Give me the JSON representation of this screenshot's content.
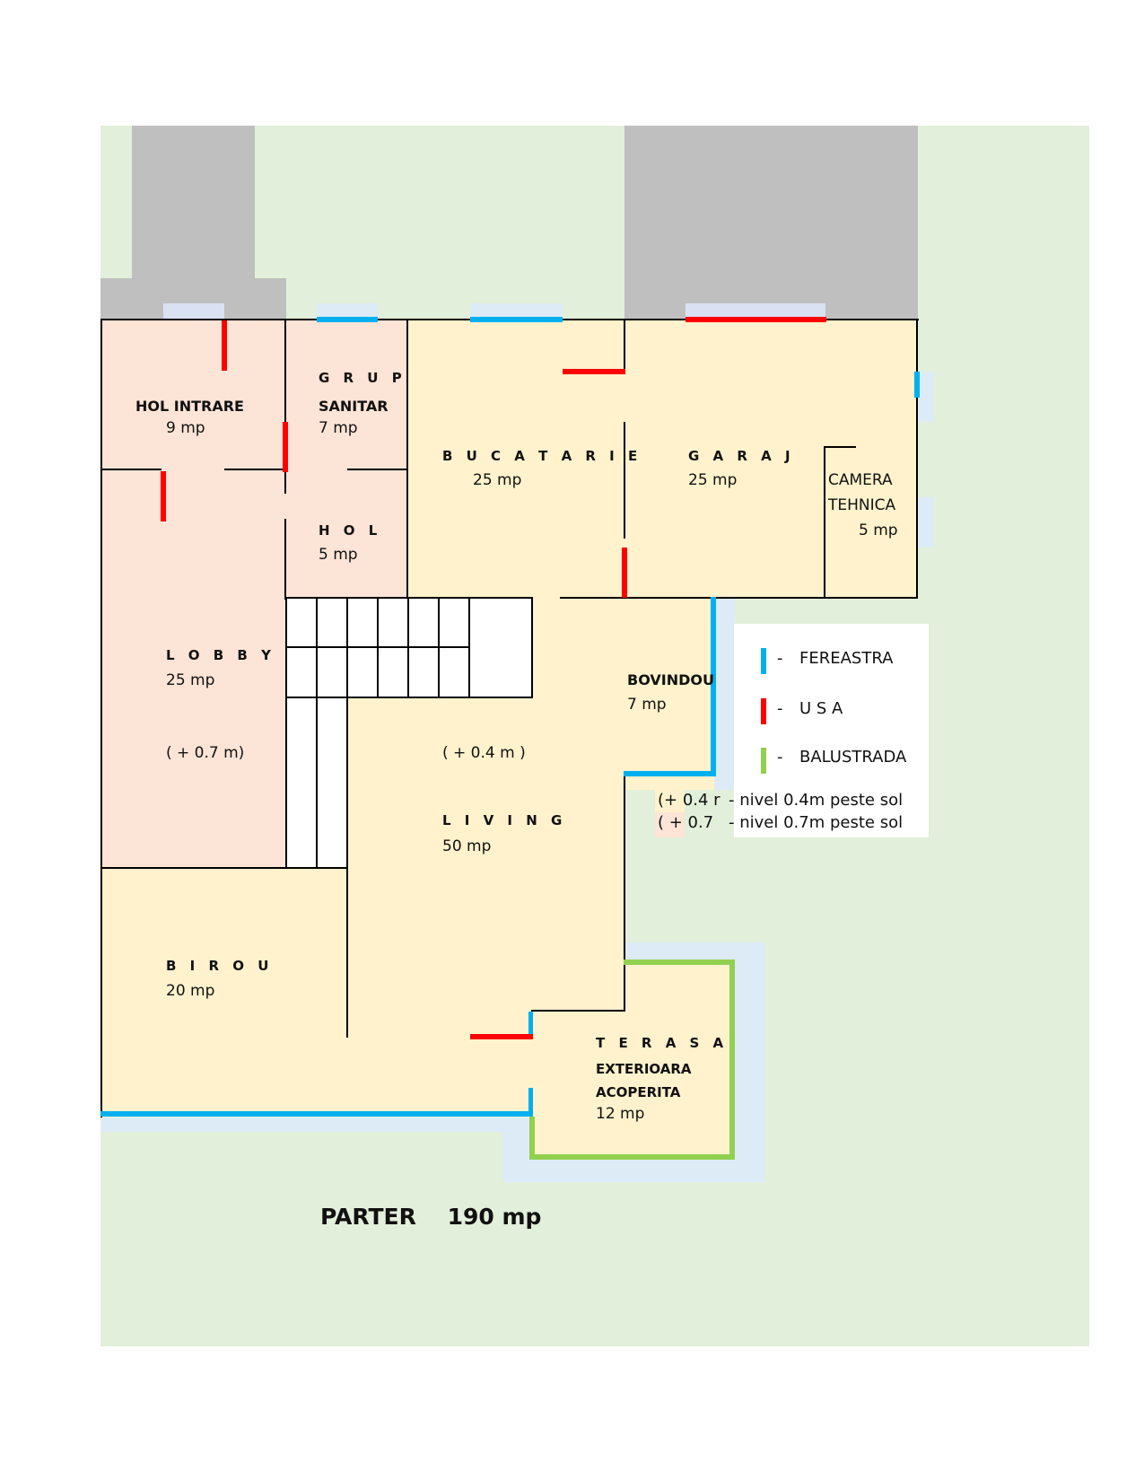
{
  "plan": {
    "title": "PARTER",
    "total_area": "190 mp",
    "rooms": {
      "hol_intrare": {
        "name": "HOL INTRARE",
        "area": "9 mp"
      },
      "grup_sanitar": {
        "name1": "G R U P",
        "name2": "SANITAR",
        "area": "7 mp"
      },
      "hol": {
        "name": "H O L",
        "area": "5 mp"
      },
      "bucatarie": {
        "name": "B U C A T A R I E",
        "area": "25 mp"
      },
      "garaj": {
        "name": "G A R A J",
        "area": "25 mp"
      },
      "camera_tehnica": {
        "name1": "CAMERA",
        "name2": "TEHNICA",
        "area": "5 mp"
      },
      "lobby": {
        "name": "L O B B Y",
        "area": "25 mp",
        "level": "( + 0.7 m)"
      },
      "living": {
        "name": "L I V I N G",
        "area": "50 mp",
        "level": "( + 0.4 m )"
      },
      "bovindou": {
        "name": "BOVINDOU",
        "area": "7 mp"
      },
      "birou": {
        "name": "B I R O U",
        "area": "20 mp"
      },
      "terasa": {
        "name1": "T E R A S A",
        "name2": "EXTERIOARA",
        "name3": "ACOPERITA",
        "area": "12 mp"
      }
    }
  },
  "legend": {
    "items": [
      {
        "label": "FEREASTRA",
        "color": "#00b0f0"
      },
      {
        "label": "U S A",
        "color": "#ff0000"
      },
      {
        "label": "BALUSTRADA",
        "color": "#92d050"
      }
    ],
    "dash": "-",
    "levels": [
      {
        "key": "(+ 0.4 r",
        "desc": "-  nivel 0.4m peste sol",
        "color": "#fff2cc"
      },
      {
        "key": "( + 0.7",
        "desc": "-  nivel 0.7m peste sol",
        "color": "#fce4d6"
      }
    ]
  },
  "colors": {
    "ground": "#e2efda",
    "paving": "#bfbfbf",
    "raised_07": "#fce4d6",
    "raised_04": "#fff2cc",
    "window": "#00b0f0",
    "door": "#ff0000",
    "railing": "#92d050"
  }
}
